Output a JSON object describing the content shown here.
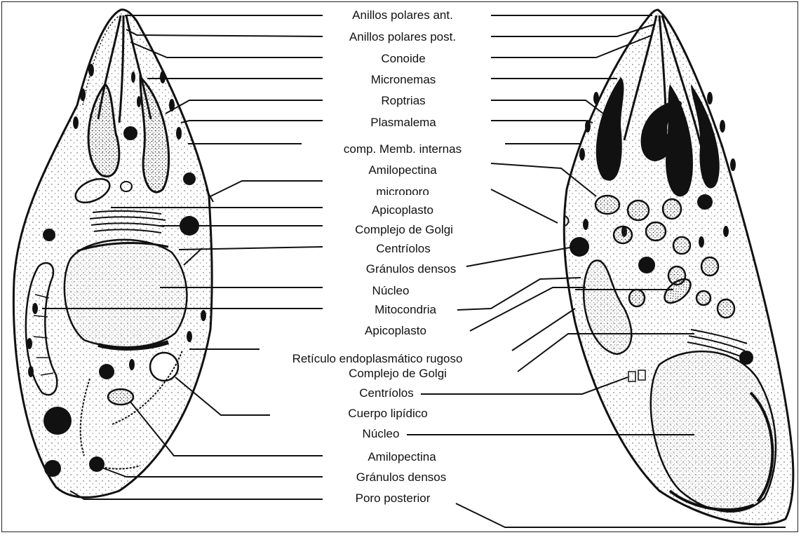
{
  "labels": {
    "l01": "Anillos polares ant.",
    "l02": "Anillos polares post.",
    "l03": "Conoide",
    "l04": "Micronemas",
    "l05": "Roptrias",
    "l06": "Plasmalema",
    "l07": "comp. Memb.  internas",
    "l08": "Amilopectina",
    "l09": "microporo",
    "l10": "Apicoplasto",
    "l11": "Complejo de Golgi",
    "l12": "Centríolos",
    "l13": "Gránulos densos",
    "l14": "Núcleo",
    "l15": "Mitocondria",
    "l16": "Apicoplasto",
    "l17": "Retículo endoplasmático rugoso",
    "l18": "Complejo de Golgi",
    "l19": "Centríolos",
    "l20": "Cuerpo lipídico",
    "l21": "Núcleo",
    "l22": "Amilopectina",
    "l23": "Gránulos densos",
    "l24": "Poro posterior"
  },
  "colors": {
    "ink": "#111111",
    "cytoplasm": "#ffffff",
    "border": "#222222"
  }
}
